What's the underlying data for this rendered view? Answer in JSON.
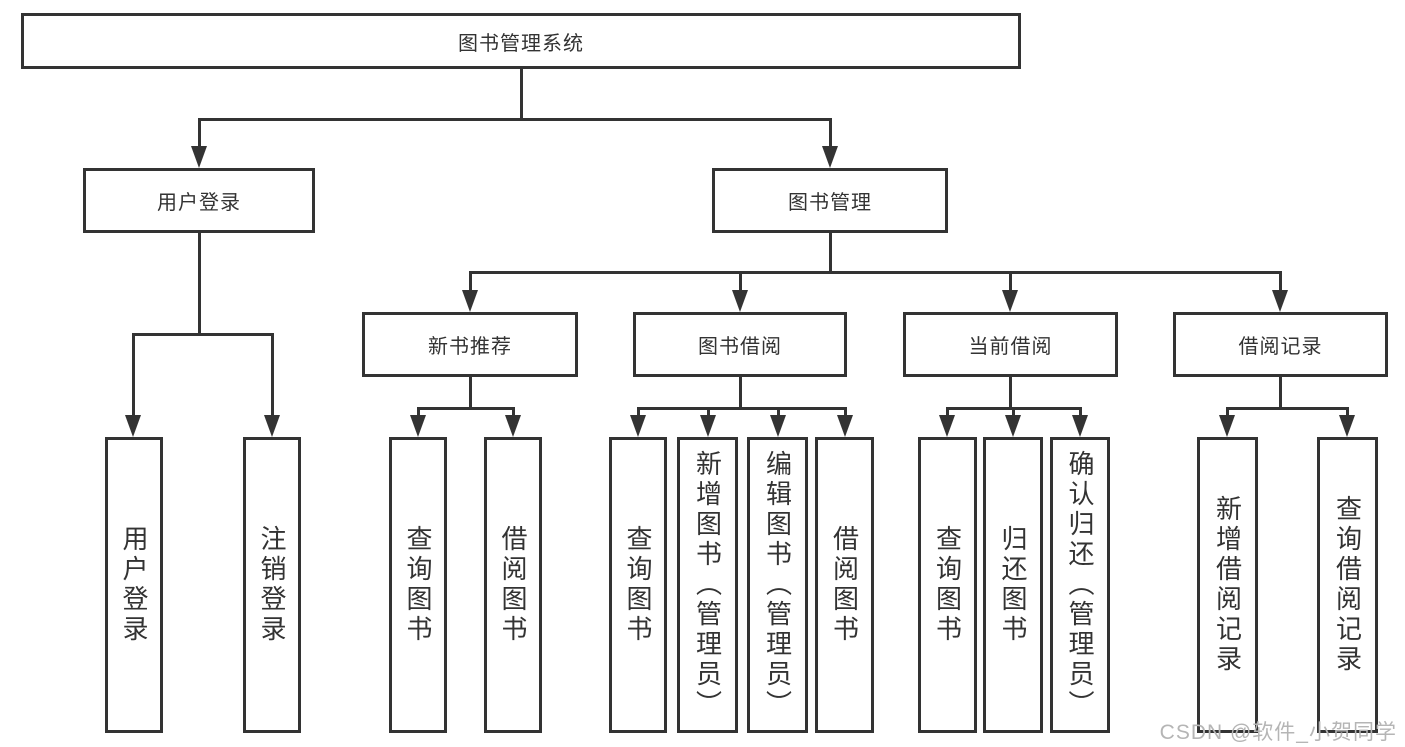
{
  "diagram": {
    "root": {
      "label": "图书管理系统"
    },
    "branches": [
      {
        "label": "用户登录",
        "children": [
          {
            "label": "用户登录"
          },
          {
            "label": "注销登录"
          }
        ]
      },
      {
        "label": "图书管理",
        "children": [
          {
            "label": "新书推荐",
            "children": [
              {
                "label": "查询图书"
              },
              {
                "label": "借阅图书"
              }
            ]
          },
          {
            "label": "图书借阅",
            "children": [
              {
                "label": "查询图书"
              },
              {
                "label": "新增图书（管理员）"
              },
              {
                "label": "编辑图书（管理员）"
              },
              {
                "label": "借阅图书"
              }
            ]
          },
          {
            "label": "当前借阅",
            "children": [
              {
                "label": "查询图书"
              },
              {
                "label": "归还图书"
              },
              {
                "label": "确认归还（管理员）"
              }
            ]
          },
          {
            "label": "借阅记录",
            "children": [
              {
                "label": "新增借阅记录"
              },
              {
                "label": "查询借阅记录"
              }
            ]
          }
        ]
      }
    ],
    "watermark": "CSDN @软件_小贺同学",
    "colors": {
      "line": "#333333",
      "text": "#333333",
      "background": "#ffffff",
      "watermark": "#b5b5b5"
    }
  }
}
